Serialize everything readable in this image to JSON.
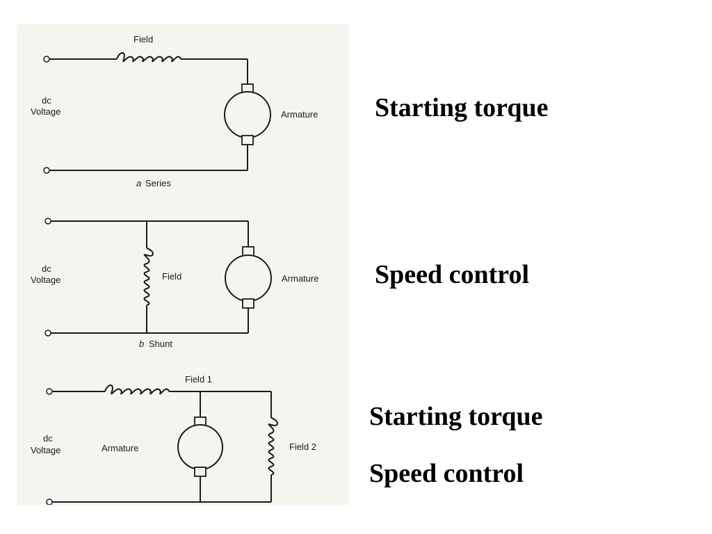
{
  "diagram": {
    "series": {
      "field_label": "Field",
      "voltage_label_line1": "dc",
      "voltage_label_line2": "Voltage",
      "armature_label": "Armature",
      "caption_letter": "a",
      "caption_text": "Series"
    },
    "shunt": {
      "field_label": "Field",
      "voltage_label_line1": "dc",
      "voltage_label_line2": "Voltage",
      "armature_label": "Armature",
      "caption_letter": "b",
      "caption_text": "Shunt"
    },
    "compound": {
      "field1_label": "Field 1",
      "field2_label": "Field 2",
      "voltage_label_line1": "dc",
      "voltage_label_line2": "Voltage",
      "armature_label": "Armature"
    }
  },
  "notes": {
    "series_note": "Starting torque",
    "shunt_note": "Speed control",
    "compound_note_1": "Starting torque",
    "compound_note_2": "Speed control"
  }
}
